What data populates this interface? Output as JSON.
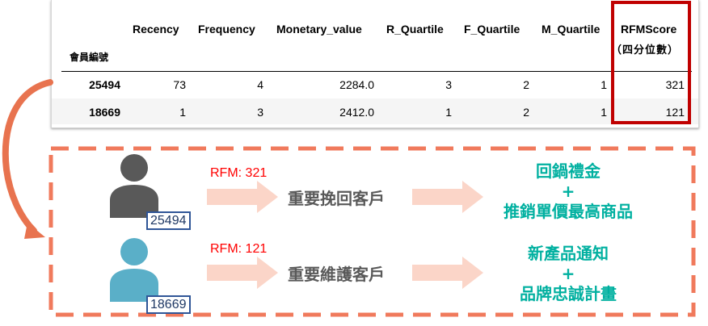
{
  "table": {
    "columns": {
      "recency": "Recency",
      "frequency": "Frequency",
      "monetary": "Monetary_value",
      "r_quartile": "R_Quartile",
      "f_quartile": "F_Quartile",
      "m_quartile": "M_Quartile",
      "rfm_score_line1": "RFMScore",
      "rfm_score_line2": "（四分位數）"
    },
    "index_label": "會員編號",
    "rows": [
      {
        "id": "25494",
        "recency": "73",
        "frequency": "4",
        "monetary": "2284.0",
        "r": "3",
        "f": "2",
        "m": "1",
        "score": "321"
      },
      {
        "id": "18669",
        "recency": "1",
        "frequency": "3",
        "monetary": "2412.0",
        "r": "1",
        "f": "2",
        "m": "1",
        "score": "121"
      }
    ]
  },
  "segments": [
    {
      "member_id": "25494",
      "rfm": "RFM: 321",
      "label": "重要挽回客戶",
      "actions": [
        "回鍋禮金",
        "+",
        "推銷單價最高商品"
      ],
      "person_color": "#595959"
    },
    {
      "member_id": "18669",
      "rfm": "RFM: 121",
      "label": "重要維護客戶",
      "actions": [
        "新產品通知",
        "+",
        "品牌忠誠計畫"
      ],
      "person_color": "#5aafc8"
    }
  ],
  "colors": {
    "highlight_border": "#c00000",
    "dash_border": "#f07a5c",
    "arrow_fill": "#fbd5c8",
    "rfm_text": "#ff0000",
    "action_text": "#00b0a0",
    "curve_arrow": "#e8734f"
  }
}
